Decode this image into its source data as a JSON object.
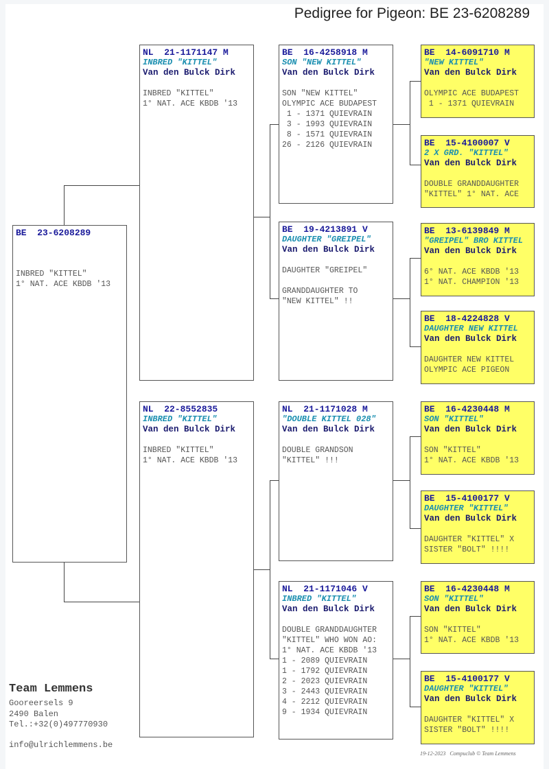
{
  "title": "Pedigree for Pigeon: BE  23-6208289",
  "pigeons": [
    {
      "ring": "BE  23-6208289",
      "name": "",
      "breeder": "",
      "notes": [
        "",
        "",
        "INBRED \"KITTEL\"",
        "1° NAT. ACE KBDB '13"
      ]
    },
    {
      "ring": "NL  21-1171147 M",
      "name": "INBRED \"KITTEL\"",
      "breeder": "Van den Bulck Dirk",
      "notes": [
        "INBRED \"KITTEL\"",
        "1° NAT. ACE KBDB '13"
      ]
    },
    {
      "ring": "NL  22-8552835",
      "name": "INBRED \"KITTEL\"",
      "breeder": "Van den Bulck Dirk",
      "notes": [
        "INBRED \"KITTEL\"",
        "1° NAT. ACE KBDB '13"
      ]
    },
    {
      "ring": "BE  16-4258918 M",
      "name": "SON \"NEW KITTEL\"",
      "breeder": "Van den Bulck Dirk",
      "notes": [
        "SON \"NEW KITTEL\"",
        "OLYMPIC ACE BUDAPEST",
        " 1 - 1371 QUIEVRAIN",
        " 3 - 1993 QUIEVRAIN",
        " 8 - 1571 QUIEVRAIN",
        "26 - 2126 QUIEVRAIN"
      ]
    },
    {
      "ring": "BE  19-4213891 V",
      "name": "DAUGHTER \"GREIPEL\"",
      "breeder": "Van den Bulck Dirk",
      "notes": [
        "DAUGHTER \"GREIPEL\"",
        "",
        "GRANDDAUGHTER TO",
        "\"NEW KITTEL\" !!"
      ]
    },
    {
      "ring": "NL  21-1171028 M",
      "name": "\"DOUBLE KITTEL 028\"",
      "breeder": "Van den Bulck Dirk",
      "notes": [
        "DOUBLE GRANDSON",
        "\"KITTEL\" !!!"
      ]
    },
    {
      "ring": "NL  21-1171046 V",
      "name": "INBRED \"KITTEL\"",
      "breeder": "Van den Bulck Dirk",
      "notes": [
        "DOUBLE GRANDDAUGHTER",
        "\"KITTEL\" WHO WON AO:",
        "1° NAT. ACE KBDB '13",
        "1 - 2089 QUIEVRAIN",
        "1 - 1792 QUIEVRAIN",
        "2 - 2023 QUIEVRAIN",
        "3 - 2443 QUIEVRAIN",
        "4 - 2212 QUIEVRAIN",
        "9 - 1934 QUIEVRAIN"
      ]
    },
    {
      "ring": "BE  14-6091710 M",
      "name": "\"NEW KITTEL\"",
      "breeder": "Van den Bulck Dirk",
      "notes": [
        "OLYMPIC ACE BUDAPEST",
        " 1 - 1371 QUIEVRAIN"
      ]
    },
    {
      "ring": "BE  15-4100007 V",
      "name": "2 X GRD. \"KITTEL\"",
      "breeder": "Van den Bulck Dirk",
      "notes": [
        "DOUBLE GRANDDAUGHTER",
        "\"KITTEL\" 1° NAT. ACE"
      ]
    },
    {
      "ring": "BE  13-6139849 M",
      "name": "\"GREIPEL\" BRO KITTEL",
      "breeder": "Van den Bulck Dirk",
      "notes": [
        "6° NAT. ACE KBDB '13",
        "1° NAT. CHAMPION '13"
      ]
    },
    {
      "ring": "BE  18-4224828 V",
      "name": "DAUGHTER NEW KITTEL",
      "breeder": "Van den Bulck Dirk",
      "notes": [
        "DAUGHTER NEW KITTEL",
        "OLYMPIC ACE PIGEON"
      ]
    },
    {
      "ring": "BE  16-4230448 M",
      "name": "SON \"KITTEL\"",
      "breeder": "Van den Bulck Dirk",
      "notes": [
        "SON \"KITTEL\"",
        "1° NAT. ACE KBDB '13"
      ]
    },
    {
      "ring": "BE  15-4100177 V",
      "name": "DAUGHTER \"KITTEL\"",
      "breeder": "Van den Bulck Dirk",
      "notes": [
        "DAUGHTER \"KITTEL\" X",
        "SISTER \"BOLT\" !!!!"
      ]
    },
    {
      "ring": "BE  16-4230448 M",
      "name": "SON \"KITTEL\"",
      "breeder": "Van den Bulck Dirk",
      "notes": [
        "SON \"KITTEL\"",
        "1° NAT. ACE KBDB '13"
      ]
    },
    {
      "ring": "BE  15-4100177 V",
      "name": "DAUGHTER \"KITTEL\"",
      "breeder": "Van den Bulck Dirk",
      "notes": [
        "DAUGHTER \"KITTEL\" X",
        "SISTER \"BOLT\" !!!!"
      ]
    }
  ],
  "owner": {
    "team": "Team Lemmens",
    "street": "Gooreersels 9",
    "city": "2490  Balen",
    "phone": "Tel.:+32(0)497770930",
    "email": "info@ulrichlemmens.be"
  },
  "footer": {
    "date": "19-12-2023",
    "credit": "Compuclub © Team Lemmens"
  }
}
